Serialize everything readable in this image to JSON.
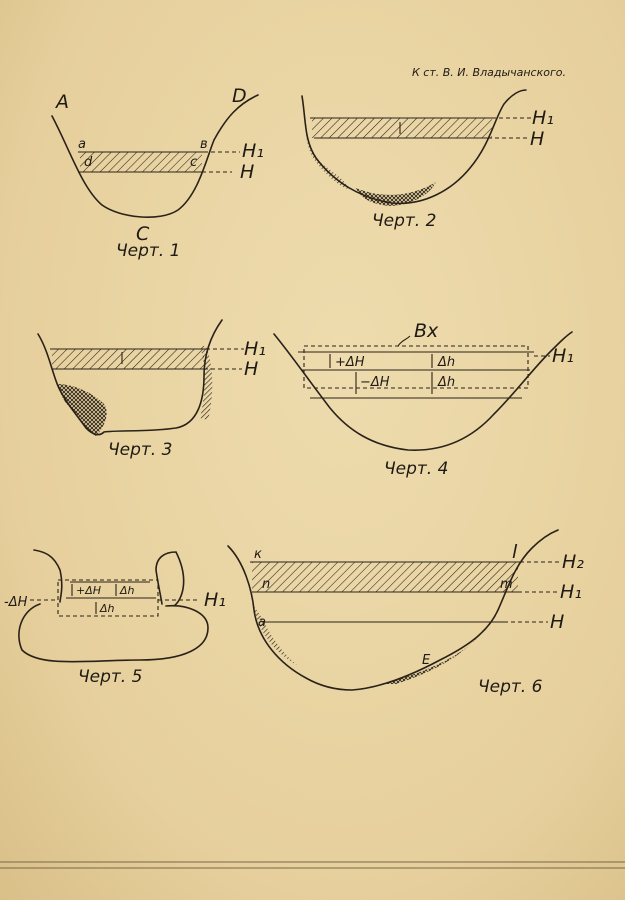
{
  "header": {
    "attribution": "К ст. В. И. Владычанского."
  },
  "figures": {
    "fig1": {
      "caption": "Черт. 1",
      "labels": [
        "A",
        "D",
        "a",
        "в",
        "d",
        "c",
        "C",
        "H₁",
        "H"
      ]
    },
    "fig2": {
      "caption": "Черт. 2",
      "labels": [
        "H₁",
        "H"
      ]
    },
    "fig3": {
      "caption": "Черт. 3",
      "labels": [
        "H₁",
        "H"
      ]
    },
    "fig4": {
      "caption": "Черт. 4",
      "labels": [
        "Bx",
        "+ΔH",
        "−ΔH",
        "Δh",
        "Δh",
        "H₁"
      ]
    },
    "fig5": {
      "caption": "Черт. 5",
      "labels": [
        "-ΔH",
        "+ΔH",
        "Δh",
        "Δh",
        "H₁"
      ]
    },
    "fig6": {
      "caption": "Черт. 6",
      "labels": [
        "к",
        "l",
        "n",
        "m",
        "a",
        "E",
        "H₂",
        "H₁",
        "H"
      ]
    }
  }
}
